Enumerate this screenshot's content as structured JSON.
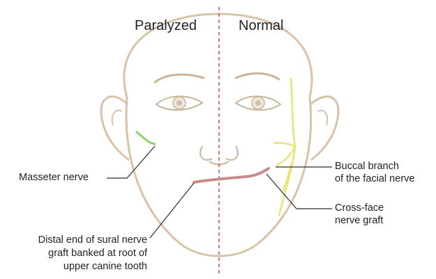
{
  "headers": {
    "left": "Paralyzed",
    "right": "Normal"
  },
  "labels": {
    "masseter_nerve": "Masseter nerve",
    "buccal_branch_line1": "Buccal branch",
    "buccal_branch_line2": "of the facial nerve",
    "cross_face_line1": "Cross-face",
    "cross_face_line2": "nerve graft",
    "distal_end_line1": "Distal end of sural nerve",
    "distal_end_line2": "graft banked at root of",
    "distal_end_line3": "upper canine tooth"
  },
  "colors": {
    "face_outline": "#d7c3a8",
    "feature_lines": "#c9b49a",
    "midline": "#e0483a",
    "nerve_graft": "#c98a8a",
    "facial_nerve": "#e9e37a",
    "masseter_nerve": "#8fcf6b",
    "leader_lines": "#2b2b2b",
    "text": "#222222"
  }
}
